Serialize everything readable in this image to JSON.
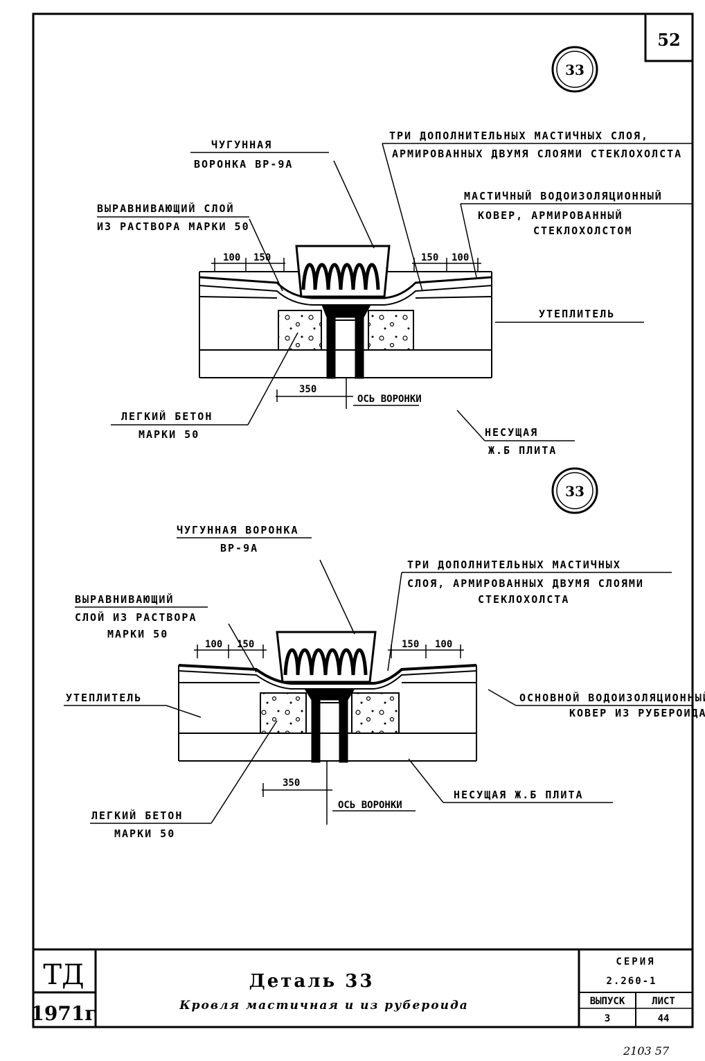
{
  "sheet": {
    "number": "52",
    "footer": "2103   57"
  },
  "detail_top": {
    "marker": "33",
    "labels": {
      "funnel_l1": "ЧУГУННАЯ",
      "funnel_l2": "ВОРОНКА ВР-9А",
      "layers_l1": "ТРИ ДОПОЛНИТЕЛЬНЫХ МАСТИЧНЫХ СЛОЯ,",
      "layers_l2": "АРМИРОВАННЫХ ДВУМЯ СЛОЯМИ СТЕКЛОХОЛСТА",
      "level_l1": "ВЫРАВНИВАЮЩИЙ СЛОЙ",
      "level_l2": "ИЗ РАСТВОРА МАРКИ 50",
      "carpet_l1": "МАСТИЧНЫЙ ВОДОИЗОЛЯЦИОННЫЙ",
      "carpet_l2": "КОВЕР, АРМИРОВАННЫЙ",
      "carpet_l3": "СТЕКЛОХОЛСТОМ",
      "insulation": "УТЕПЛИТЕЛЬ",
      "concrete_l1": "ЛЕГКИЙ БЕТОН",
      "concrete_l2": "МАРКИ 50",
      "slab_l1": "НЕСУЩАЯ",
      "slab_l2": "Ж.Б ПЛИТА",
      "axis": "ОСЬ ВОРОНКИ"
    },
    "dims": {
      "d100_left": "100",
      "d150_left": "150",
      "d150_right": "150",
      "d100_right": "100",
      "d350": "350"
    }
  },
  "detail_bottom": {
    "marker": "33",
    "labels": {
      "funnel_l1": "ЧУГУННАЯ ВОРОНКА",
      "funnel_l2": "ВР-9А",
      "layers_l1": "ТРИ ДОПОЛНИТЕЛЬНЫХ МАСТИЧНЫХ",
      "layers_l2": "СЛОЯ, АРМИРОВАННЫХ ДВУМЯ СЛОЯМИ",
      "layers_l3": "СТЕКЛОХОЛСТА",
      "level_l1": "ВЫРАВНИВАЮЩИЙ",
      "level_l2": "СЛОЙ ИЗ РАСТВОРА",
      "level_l3": "МАРКИ 50",
      "insulation": "УТЕПЛИТЕЛЬ",
      "carpet_l1": "ОСНОВНОЙ ВОДОИЗОЛЯЦИОННЫЙ",
      "carpet_l2": "КОВЕР ИЗ РУБЕРОИДА",
      "slab": "НЕСУЩАЯ Ж.Б ПЛИТА",
      "concrete_l1": "ЛЕГКИЙ БЕТОН",
      "concrete_l2": "МАРКИ 50",
      "axis": "ОСЬ ВОРОНКИ"
    },
    "dims": {
      "d100_left": "100",
      "d150_left": "150",
      "d150_right": "150",
      "d100_right": "100",
      "d350": "350"
    }
  },
  "title_block": {
    "org": "ТД",
    "year": "1971г",
    "title": "Деталь 33",
    "subtitle": "Кровля мастичная и из рубероида",
    "series_label": "СЕРИЯ",
    "series_value": "2.260-1",
    "issue_label": "ВЫПУСК",
    "issue_value": "3",
    "sheet_label": "ЛИСТ",
    "sheet_value": "44"
  }
}
